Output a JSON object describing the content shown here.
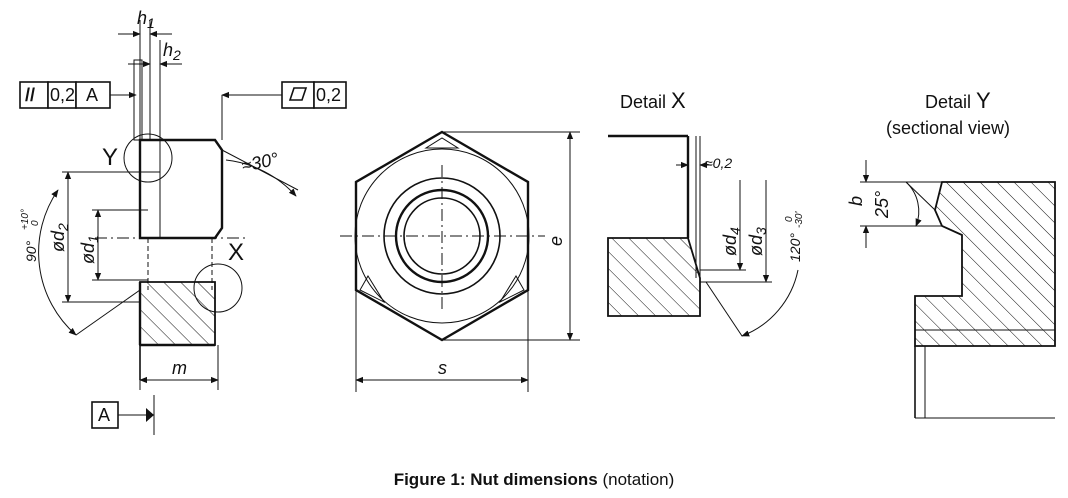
{
  "labels": {
    "h1": "h",
    "h1_sub": "1",
    "h2": "h",
    "h2_sub": "2",
    "parallelism_symbol": "//",
    "parallelism_tol": "0,2",
    "parallelism_datum": "A",
    "flatness_tol": "0,2",
    "detail_y_marker": "Y",
    "detail_x_marker": "X",
    "angle_30": "≈30°",
    "angle_90": "90°",
    "angle_90_tol_upper": "+10°",
    "angle_90_tol_lower": "0",
    "d2": "ød",
    "d2_sub": "2",
    "d1": "ød",
    "d1_sub": "1",
    "m": "m",
    "datum_a": "A",
    "e": "e",
    "s": "s",
    "approx_02": "≈0,2",
    "d4": "ød",
    "d4_sub": "4",
    "d3": "ød",
    "d3_sub": "3",
    "angle_120": "120°",
    "angle_120_tol_upper": "0",
    "angle_120_tol_lower": "-30'",
    "b": "b",
    "angle_25": "25°"
  },
  "detail_x": {
    "title_prefix": "Detail ",
    "title_letter": "X"
  },
  "detail_y": {
    "title_prefix": "Detail ",
    "title_letter": "Y",
    "subtitle": "(sectional view)"
  },
  "caption": {
    "bold": "Figure 1: Nut dimensions",
    "normal": " (notation)"
  }
}
